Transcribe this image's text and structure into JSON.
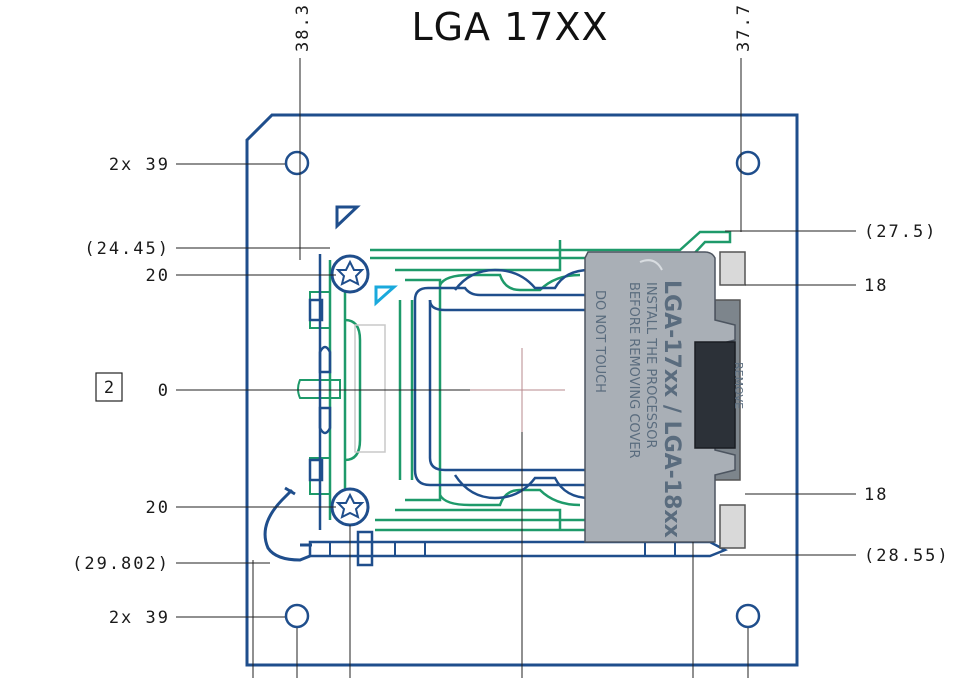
{
  "title": "LGA 17XX",
  "top_dims": {
    "left": "38.3",
    "right": "37.7"
  },
  "left_dims": {
    "hole_top": "2x 39",
    "ref_24": "(24.45)",
    "screw_top": "20",
    "datum_box": "2",
    "zero": "0",
    "screw_bottom": "20",
    "ref_29": "(29.802)",
    "hole_bottom": "2x 39"
  },
  "right_dims": {
    "ref_27": "(27.5)",
    "clip_top": "18",
    "clip_bottom": "18",
    "ref_28": "(28.55)"
  },
  "cover": {
    "model": "LGA-17xx / LGA-18xx",
    "line1": "INSTALL THE PROCESSOR",
    "line2": "BEFORE REMOVING COVER",
    "line3": "DO NOT TOUCH",
    "remove": "REMOVE"
  },
  "colors": {
    "plate": "#1f4e8c",
    "frame": "#1e9a6a",
    "cover": "#a9afb6",
    "accent": "#1aa9dc"
  }
}
